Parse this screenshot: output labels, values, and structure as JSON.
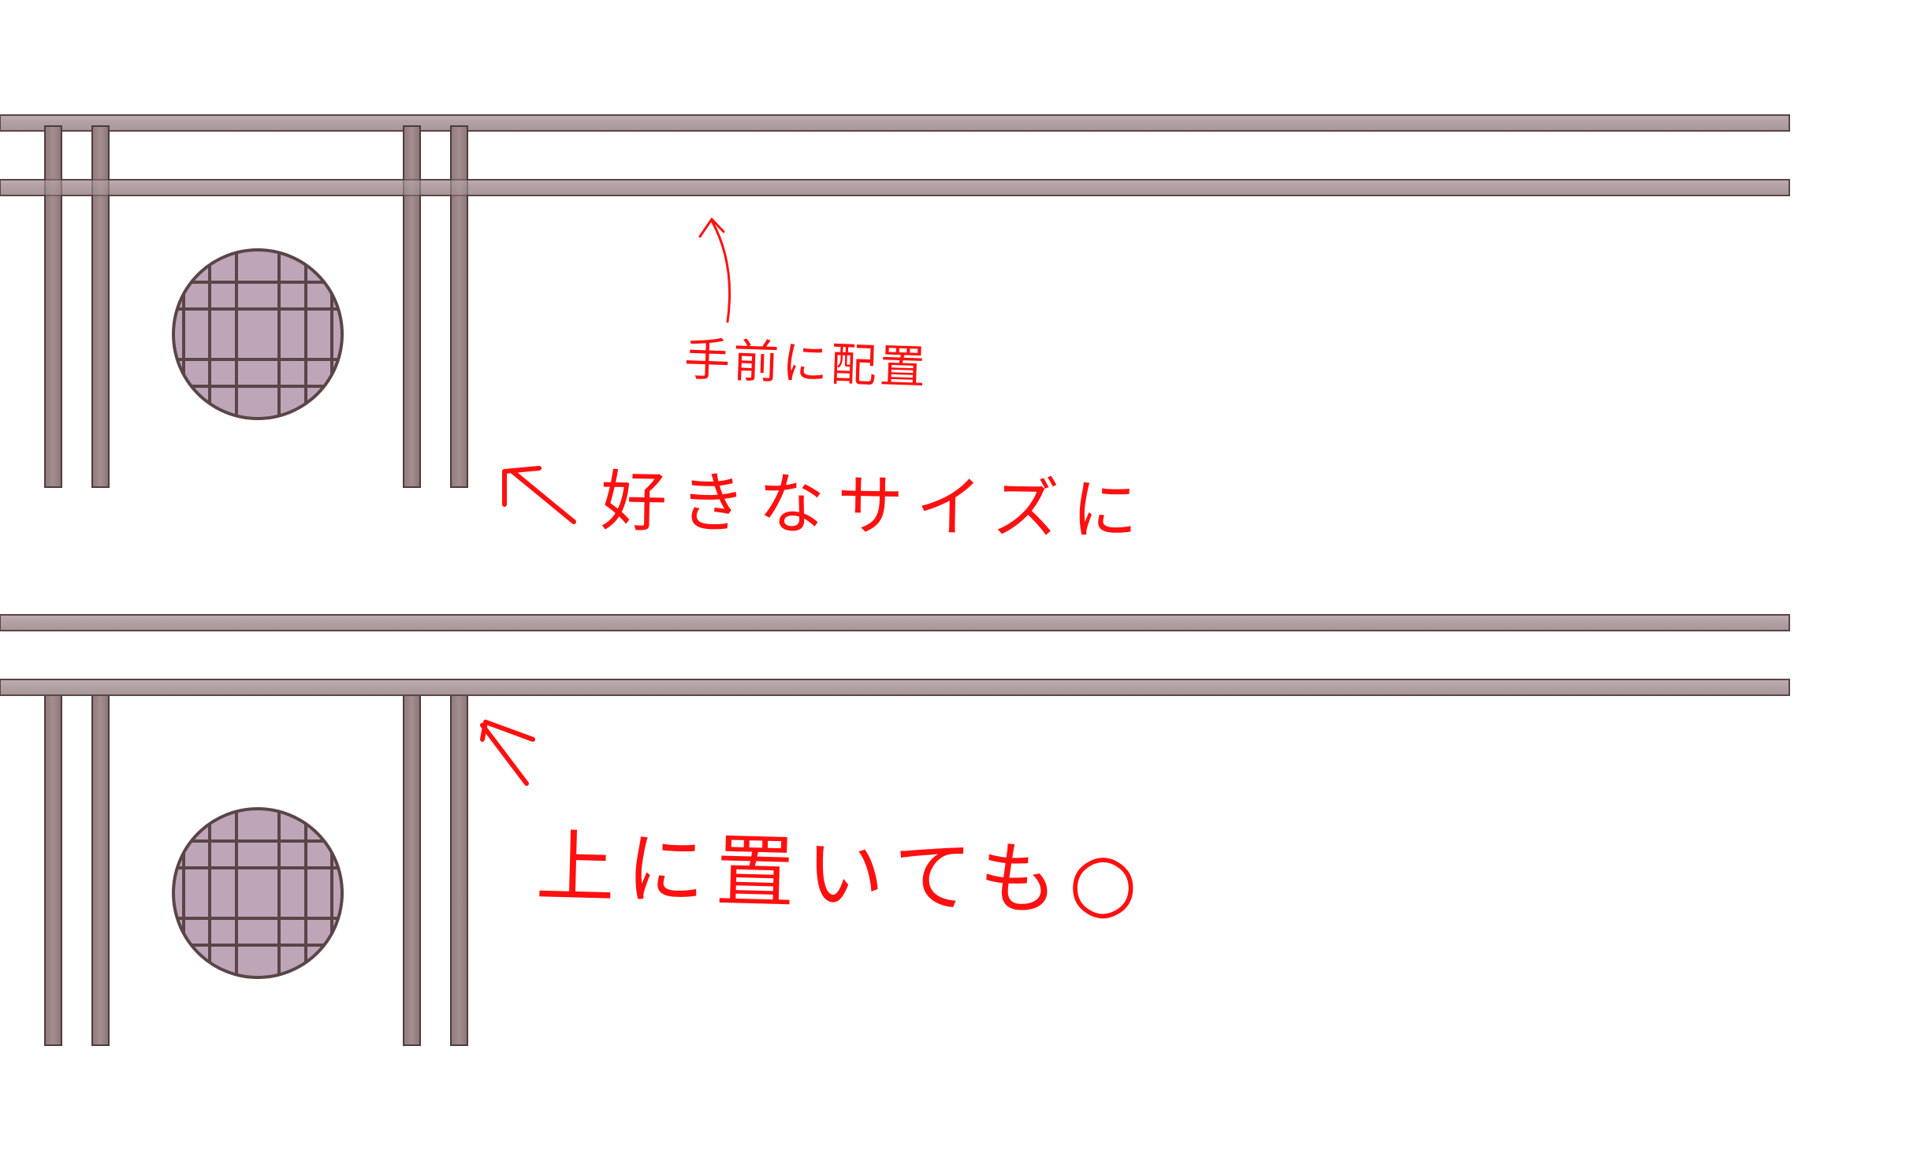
{
  "annotations": {
    "front": "手前に配置",
    "size": "好きなサイズに",
    "above": "上に置いても○"
  },
  "colors": {
    "beam_fill": "#b3a1a3",
    "post_fill": "#9c8587",
    "outline": "#5a4547",
    "window_pane": "#bea6b8",
    "annotation": "#ff1010",
    "background": "#ffffff"
  }
}
